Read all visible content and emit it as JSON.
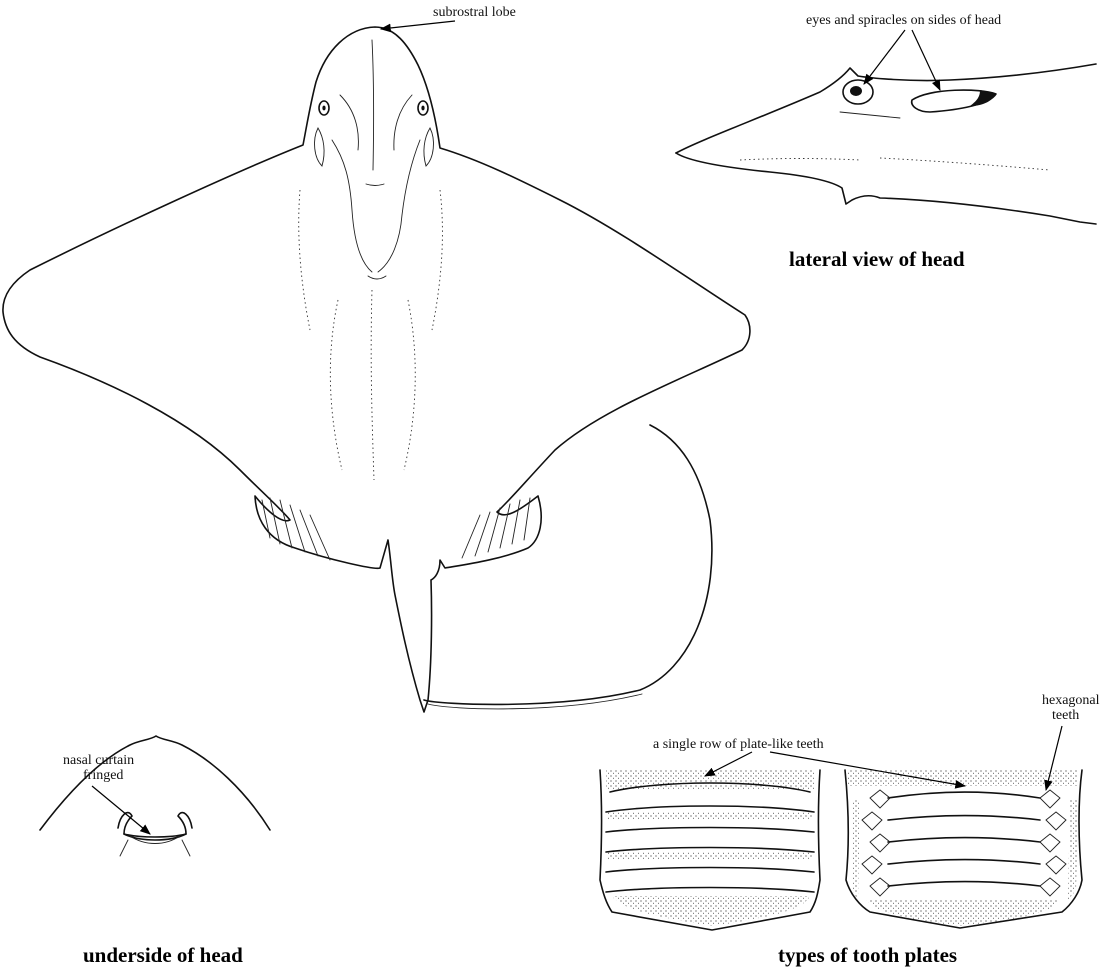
{
  "labels": {
    "subrostral": "subrostral lobe",
    "eyes": "eyes and spiracles on sides of head",
    "nasal_line1": "nasal curtain",
    "nasal_line2": "fringed",
    "plate_teeth": "a single row of plate-like teeth",
    "hex_line1": "hexagonal",
    "hex_line2": "teeth"
  },
  "captions": {
    "lateral": "lateral view of head",
    "underside": "underside of head",
    "tooth_plates": "types of tooth plates"
  },
  "colors": {
    "ink": "#111111",
    "background": "#ffffff"
  }
}
